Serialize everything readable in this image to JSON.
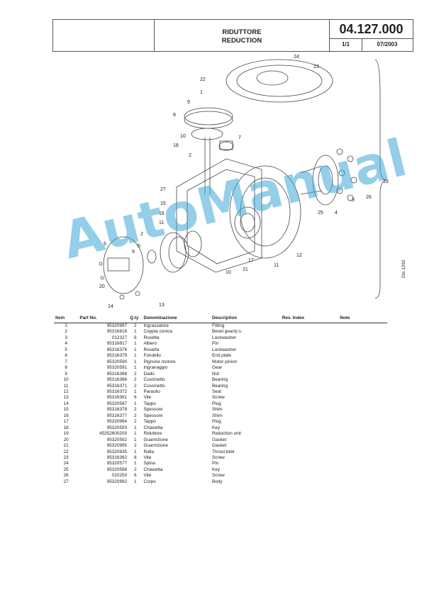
{
  "header": {
    "title_it": "RIDUTTORE",
    "title_en": "REDUCTION",
    "code": "04.127.000",
    "page": "1/1",
    "date": "07/2003"
  },
  "drawing": {
    "callouts": [
      "24",
      "23",
      "22",
      "1",
      "9",
      "8",
      "10",
      "7",
      "18",
      "2",
      "27",
      "15",
      "16",
      "11",
      "2",
      "5",
      "9",
      "6",
      "20",
      "14",
      "13",
      "12",
      "17",
      "11",
      "10",
      "21",
      "25",
      "4",
      "3",
      "26",
      "19"
    ],
    "ref": "Dis.1292"
  },
  "table": {
    "headers": [
      "Item",
      "Part No.",
      "Q.ty",
      "Denominazione",
      "Description",
      "Rev. Index",
      "Note"
    ],
    "rows": [
      [
        "1",
        "95320997",
        "2",
        "Ingrassatore",
        "Fitting"
      ],
      [
        "2",
        "95316816",
        "1",
        "Coppia conica",
        "Bevel gear/p.s."
      ],
      [
        "3",
        "012327",
        "6",
        "Rosetta",
        "Lockwasher"
      ],
      [
        "4",
        "95316817",
        "1",
        "Albero",
        "Pin"
      ],
      [
        "5",
        "95316376",
        "1",
        "Rosetta",
        "Lockwasher"
      ],
      [
        "6",
        "95316379",
        "1",
        "Fondello",
        "End plate"
      ],
      [
        "7",
        "95320590",
        "1",
        "Pignone motore",
        "Motor pinion"
      ],
      [
        "8",
        "95320591",
        "1",
        "Ingranaggio",
        "Gear"
      ],
      [
        "9",
        "95316368",
        "2",
        "Dado",
        "Nut"
      ],
      [
        "10",
        "95316366",
        "2",
        "Cuscinetto",
        "Bearing"
      ],
      [
        "11",
        "95316371",
        "2",
        "Cuscinetto",
        "Bearing"
      ],
      [
        "12",
        "95316372",
        "1",
        "Paraolio",
        "Seal"
      ],
      [
        "13",
        "95316381",
        "6",
        "Vite",
        "Screw"
      ],
      [
        "14",
        "95320587",
        "1",
        "Tappo",
        "Plug"
      ],
      [
        "15",
        "95316378",
        "2",
        "Spessore",
        "Shim"
      ],
      [
        "16",
        "95316377",
        "2",
        "Spessore",
        "Shim"
      ],
      [
        "17",
        "95320994",
        "2",
        "Tappo",
        "Plug"
      ],
      [
        "18",
        "95320593",
        "1",
        "Chiavetta",
        "Key"
      ],
      [
        "19",
        "45352600200",
        "1",
        "Riduttore",
        "Reduction unit"
      ],
      [
        "20",
        "95320592",
        "1",
        "Guarnizione",
        "Gasket"
      ],
      [
        "21",
        "95320995",
        "2",
        "Guarnizione",
        "Gasket"
      ],
      [
        "22",
        "95320935",
        "1",
        "Ralla",
        "Thrust blok"
      ],
      [
        "23",
        "95316382",
        "8",
        "Vite",
        "Screw"
      ],
      [
        "24",
        "95320577",
        "1",
        "Spina",
        "Pin"
      ],
      [
        "25",
        "95320588",
        "2",
        "Chiavetta",
        "Key"
      ],
      [
        "26",
        "010250",
        "6",
        "Vite",
        "Screw"
      ],
      [
        "27",
        "95320992",
        "1",
        "Corpo",
        "Body"
      ]
    ]
  },
  "watermark": "AutoManual"
}
